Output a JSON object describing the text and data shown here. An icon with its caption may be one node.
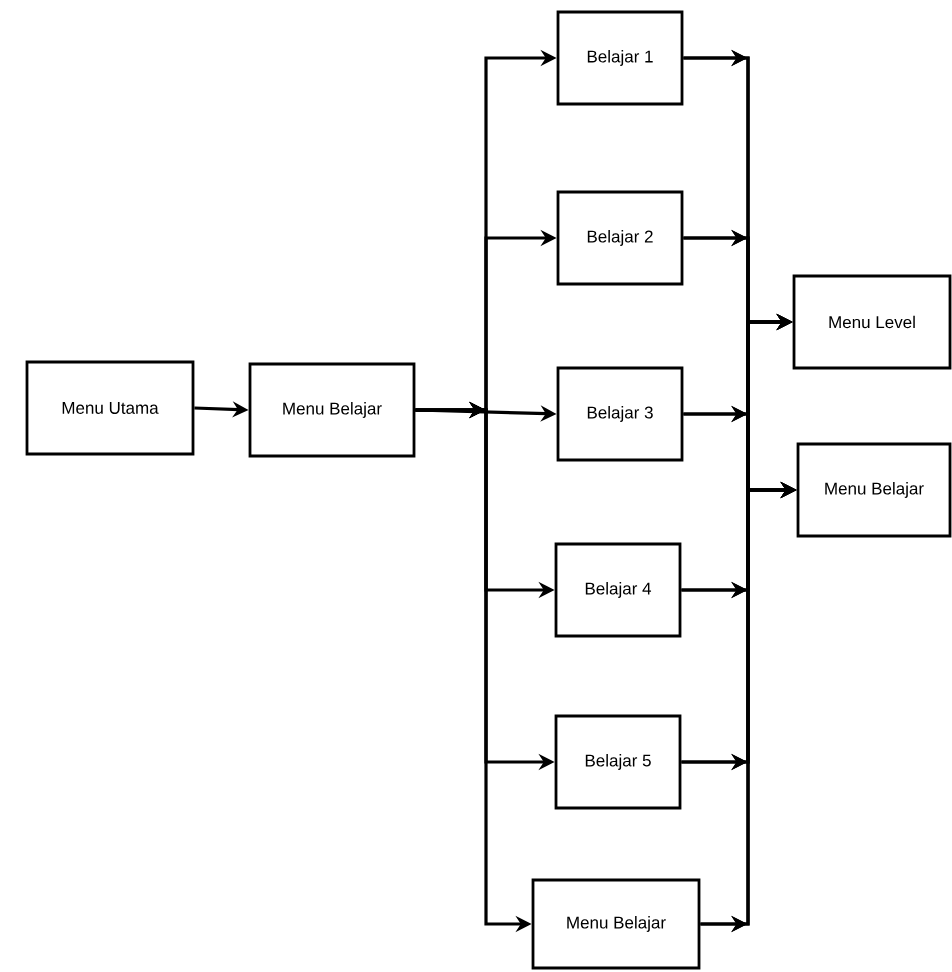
{
  "diagram": {
    "nodes": [
      {
        "text": [
          "Menu Utama"
        ]
      },
      {
        "text": [
          "Menu Belajar"
        ]
      },
      {
        "text": [
          "Belajar 1"
        ]
      },
      {
        "text": [
          "Belajar 2"
        ]
      },
      {
        "text": [
          "Belajar 3"
        ]
      },
      {
        "text": [
          "Belajar 4"
        ]
      },
      {
        "text": [
          "Belajar 5"
        ]
      },
      {
        "text": [
          "Menu Belajar"
        ]
      },
      {
        "text": [
          "Menu Level"
        ]
      },
      {
        "text": [
          "Menu Belajar"
        ]
      }
    ],
    "edges": [
      {
        "from": 0,
        "to": 1,
        "arrow": "to"
      },
      {
        "from": 1,
        "to": 2,
        "arrow": "to"
      },
      {
        "from": 1,
        "to": 3,
        "arrow": "to"
      },
      {
        "from": 1,
        "to": 4,
        "arrow": "to"
      },
      {
        "from": 1,
        "to": 5,
        "arrow": "to"
      },
      {
        "from": 1,
        "to": 6,
        "arrow": "to"
      },
      {
        "from": 1,
        "to": 7,
        "arrow": "to"
      },
      {
        "from": 2,
        "to": 8,
        "arrow": "to"
      },
      {
        "from": 3,
        "to": 8,
        "arrow": "to"
      },
      {
        "from": 4,
        "to": 8,
        "arrow": "to"
      },
      {
        "from": 5,
        "to": 8,
        "arrow": "to"
      },
      {
        "from": 6,
        "to": 8,
        "arrow": "to"
      },
      {
        "from": 7,
        "to": 8,
        "arrow": "to"
      },
      {
        "from": 2,
        "to": 9,
        "arrow": "to"
      },
      {
        "from": 3,
        "to": 9,
        "arrow": "to"
      },
      {
        "from": 4,
        "to": 9,
        "arrow": "to"
      },
      {
        "from": 5,
        "to": 9,
        "arrow": "to"
      },
      {
        "from": 6,
        "to": 9,
        "arrow": "to"
      },
      {
        "from": 7,
        "to": 9,
        "arrow": "to"
      }
    ]
  }
}
